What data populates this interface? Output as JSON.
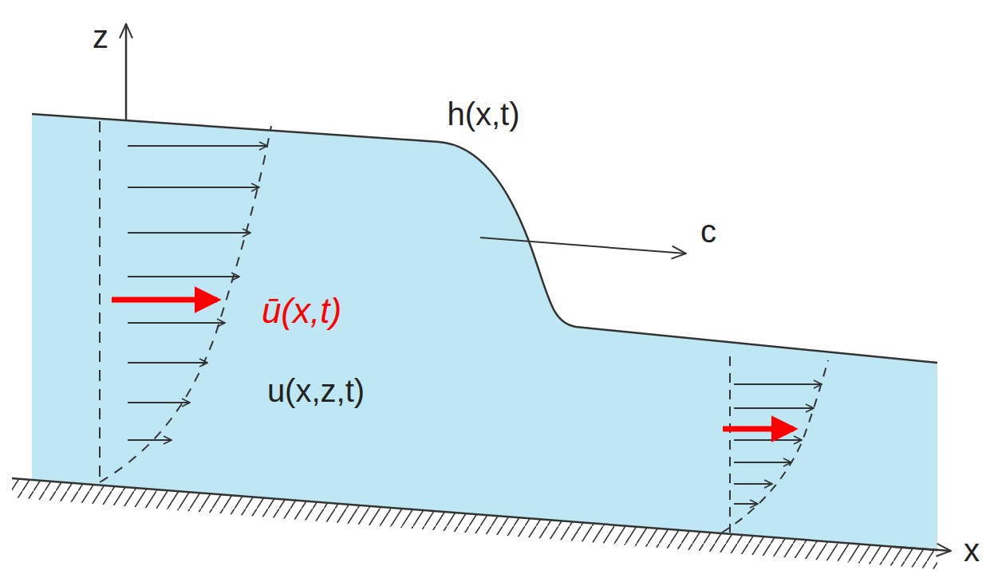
{
  "diagram": {
    "labels": [
      "z",
      "h(x,t)",
      "c",
      "ū(x,t)",
      "u(x,z,t)",
      "x"
    ]
  }
}
